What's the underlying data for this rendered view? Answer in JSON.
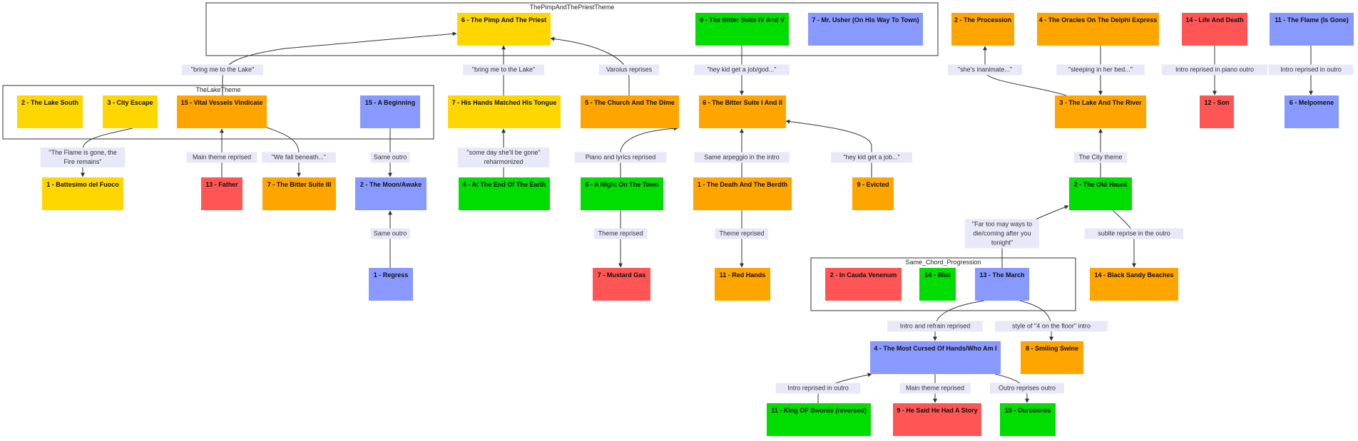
{
  "colors": {
    "yellow": "#ffd700",
    "orange": "#ffa500",
    "red": "#ff5555",
    "green": "#00dd00",
    "blue": "#8899ff",
    "label_bg": "#e8e8f8",
    "edge": "#333333",
    "group_border": "#333333"
  },
  "groups": [
    {
      "id": "pimp",
      "title": "ThePimpAndThePriestTheme"
    },
    {
      "id": "lake",
      "title": "TheLakeTheme"
    },
    {
      "id": "chord",
      "title": "Same_Chord_Progression"
    }
  ],
  "nodes": [
    {
      "id": "pimp6",
      "text": "6 - The Pimp And The Priest",
      "color": "yellow"
    },
    {
      "id": "bitter45",
      "text": "9 - The Bitter Suite IV And V",
      "color": "green"
    },
    {
      "id": "usher",
      "text": "7 - Mr. Usher (On His Way To Town)",
      "color": "blue"
    },
    {
      "id": "procession",
      "text": "2 - The Procession",
      "color": "orange"
    },
    {
      "id": "oracles",
      "text": "4 - The Oracles On The Delphi Express",
      "color": "orange"
    },
    {
      "id": "lifedeath",
      "text": "14 - Life And Death",
      "color": "red"
    },
    {
      "id": "flame11",
      "text": "11 - The Flame (Is Gone)",
      "color": "blue"
    },
    {
      "id": "lakesouth",
      "text": "2 - The Lake South",
      "color": "yellow"
    },
    {
      "id": "cityescape",
      "text": "3 - City Escape",
      "color": "yellow"
    },
    {
      "id": "vessels",
      "text": "15 - Vital Vessels Vindicate",
      "color": "orange"
    },
    {
      "id": "beginning",
      "text": "15 - A Beginning",
      "color": "blue"
    },
    {
      "id": "hishands",
      "text": "7 - His Hands Matched His Tongue",
      "color": "yellow"
    },
    {
      "id": "churchdime",
      "text": "5 - The Church And The Dime",
      "color": "orange"
    },
    {
      "id": "bitter12",
      "text": "6 - The Bitter Suite I And II",
      "color": "orange"
    },
    {
      "id": "lakeriver",
      "text": "3 - The Lake And The River",
      "color": "orange"
    },
    {
      "id": "son",
      "text": "12 - Son",
      "color": "red"
    },
    {
      "id": "melpomene",
      "text": "6 - Melpomene",
      "color": "blue"
    },
    {
      "id": "battesimo",
      "text": "1 - Battesimo del Fuoco",
      "color": "yellow"
    },
    {
      "id": "father",
      "text": "13 - Father",
      "color": "red"
    },
    {
      "id": "bitter3",
      "text": "7 - The Bitter Suite III",
      "color": "orange"
    },
    {
      "id": "moonawake",
      "text": "2 - The Moon/Awake",
      "color": "blue"
    },
    {
      "id": "endearth",
      "text": "4 - At The End Of The Earth",
      "color": "green"
    },
    {
      "id": "nighttown",
      "text": "6 - A Night On The Town",
      "color": "green"
    },
    {
      "id": "deathberdth",
      "text": "1 - The Death And The Berdth",
      "color": "orange"
    },
    {
      "id": "evicted",
      "text": "9 - Evicted",
      "color": "orange"
    },
    {
      "id": "oldhaunt",
      "text": "2 - The Old Haunt",
      "color": "green"
    },
    {
      "id": "regress",
      "text": "1 - Regress",
      "color": "blue"
    },
    {
      "id": "mustard",
      "text": "7 - Mustard Gas",
      "color": "red"
    },
    {
      "id": "redhands",
      "text": "11 - Red Hands",
      "color": "orange"
    },
    {
      "id": "cauda",
      "text": "2 - In Cauda Venenum",
      "color": "red"
    },
    {
      "id": "wait",
      "text": "14 - Wait",
      "color": "green"
    },
    {
      "id": "march",
      "text": "13 - The March",
      "color": "blue"
    },
    {
      "id": "blacksandy",
      "text": "14 - Black Sandy Beaches",
      "color": "orange"
    },
    {
      "id": "cursed",
      "text": "4 - The Most Cursed Of Hands/Who Am I",
      "color": "blue"
    },
    {
      "id": "smiling",
      "text": "8 - Smiling Swine",
      "color": "orange"
    },
    {
      "id": "kingswords",
      "text": "11 - King OF Swords (reversed)",
      "color": "green"
    },
    {
      "id": "saidstory",
      "text": "9 - He Said He Had A Story",
      "color": "red"
    },
    {
      "id": "ouroboros",
      "text": "15 - Ouroboros",
      "color": "green"
    }
  ],
  "edges": [
    {
      "id": "e1",
      "label": [
        "\"bring me to the Lake\""
      ]
    },
    {
      "id": "e2",
      "label": [
        "\"bring me to the Lake\""
      ]
    },
    {
      "id": "e3",
      "label": [
        "Varoius reprises"
      ]
    },
    {
      "id": "e4",
      "label": [
        "\"hey kid get a job/god...\""
      ]
    },
    {
      "id": "e5",
      "label": [
        "\"she's inanimate...\""
      ]
    },
    {
      "id": "e6",
      "label": [
        "\"sleeping in her bed...\""
      ]
    },
    {
      "id": "e7",
      "label": [
        "Intro reprised in piano outro"
      ]
    },
    {
      "id": "e8",
      "label": [
        "Intro reprised in outro"
      ]
    },
    {
      "id": "e9",
      "label": [
        "\"The Flame is gone, the",
        "Fire remains\""
      ]
    },
    {
      "id": "e10",
      "label": [
        "Main theme reprised"
      ]
    },
    {
      "id": "e11",
      "label": [
        "\"We fall beneath...\""
      ]
    },
    {
      "id": "e12",
      "label": [
        "Same outro"
      ]
    },
    {
      "id": "e13",
      "label": [
        "\"some day she'll be gone\"",
        "reharmonized"
      ]
    },
    {
      "id": "e14",
      "label": [
        "Piano and lyrics reprised"
      ]
    },
    {
      "id": "e15",
      "label": [
        "Same arpeggio in the intro"
      ]
    },
    {
      "id": "e16",
      "label": [
        "\"hey kid get a job...\""
      ]
    },
    {
      "id": "e17",
      "label": [
        "The City theme"
      ]
    },
    {
      "id": "e18",
      "label": [
        "Same outro"
      ]
    },
    {
      "id": "e19",
      "label": [
        "Theme reprised"
      ]
    },
    {
      "id": "e20",
      "label": [
        "Theme reprised"
      ]
    },
    {
      "id": "e21",
      "label": [
        "\"Far too may ways to",
        "die/coming after you",
        "tonight\""
      ]
    },
    {
      "id": "e22",
      "label": [
        "sublte reprise in the outro"
      ]
    },
    {
      "id": "e23",
      "label": [
        "Intro and refrain reprised"
      ]
    },
    {
      "id": "e24",
      "label": [
        "style of \"4 on the floor\" intro"
      ]
    },
    {
      "id": "e25",
      "label": [
        "Intro reprised in outro"
      ]
    },
    {
      "id": "e26",
      "label": [
        "Main theme reprised"
      ]
    },
    {
      "id": "e27",
      "label": [
        "Outro reprises outro"
      ]
    }
  ]
}
